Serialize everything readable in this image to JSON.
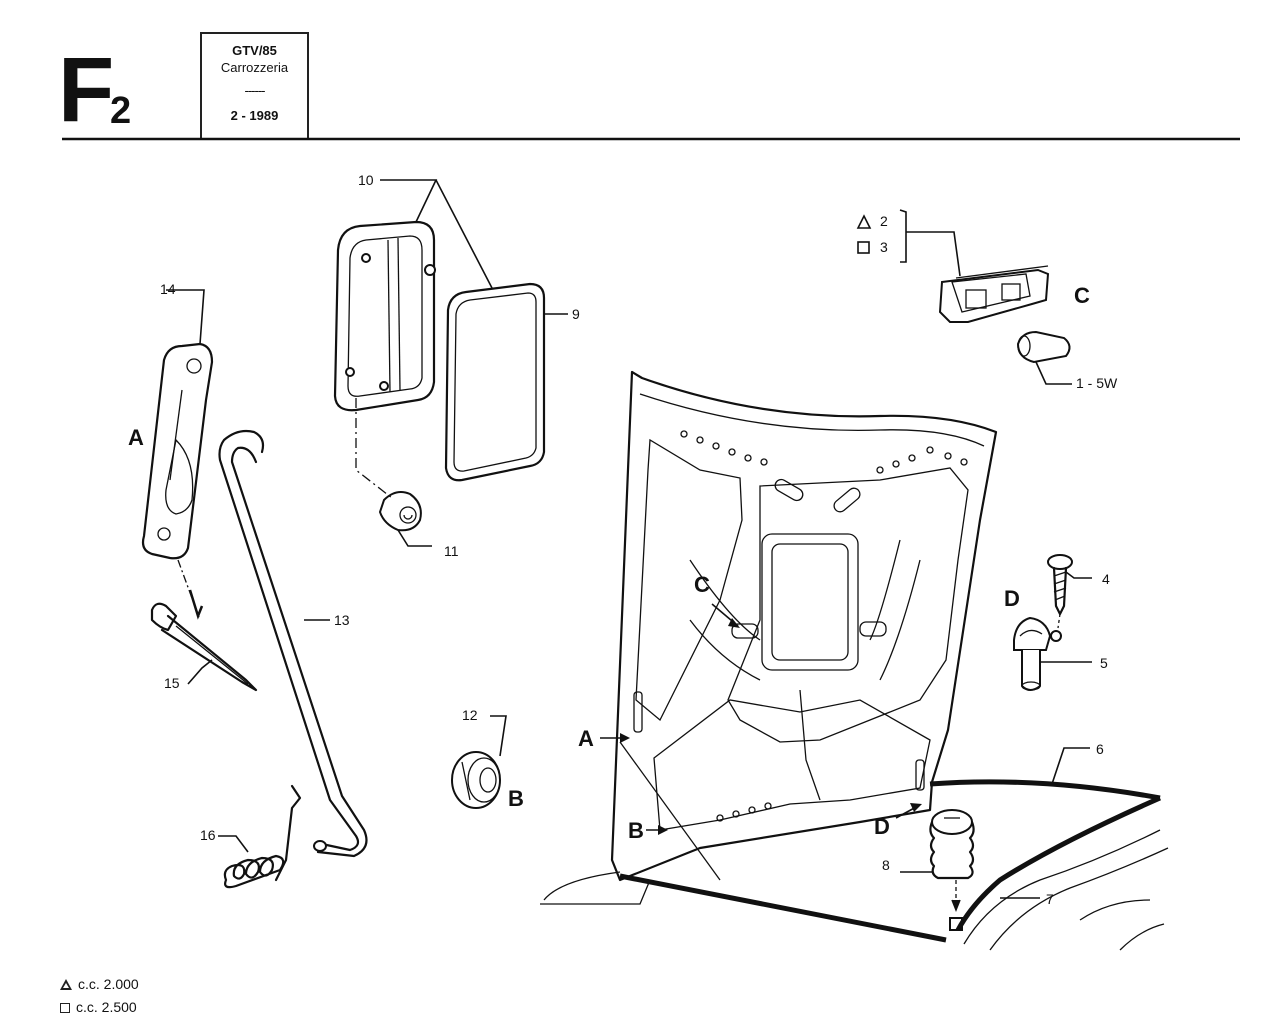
{
  "header": {
    "section_letter": "F",
    "section_number": "2",
    "model": "GTV/85",
    "group": "Carrozzeria",
    "separator": "------",
    "date": "2 - 1989"
  },
  "legend": [
    {
      "symbol": "triangle",
      "text": "c.c. 2.000"
    },
    {
      "symbol": "square",
      "text": "c.c. 2.500"
    }
  ],
  "callouts": {
    "n1": "1 - 5W",
    "n2": "2",
    "n3": "3",
    "n4": "4",
    "n5": "5",
    "n6": "6",
    "n7": "7",
    "n8": "8",
    "n9": "9",
    "n10": "10",
    "n11": "11",
    "n12": "12",
    "n13": "13",
    "n14": "14",
    "n15": "15",
    "n16": "16"
  },
  "detail_letters": {
    "A": "A",
    "B": "B",
    "C": "C",
    "D": "D"
  }
}
